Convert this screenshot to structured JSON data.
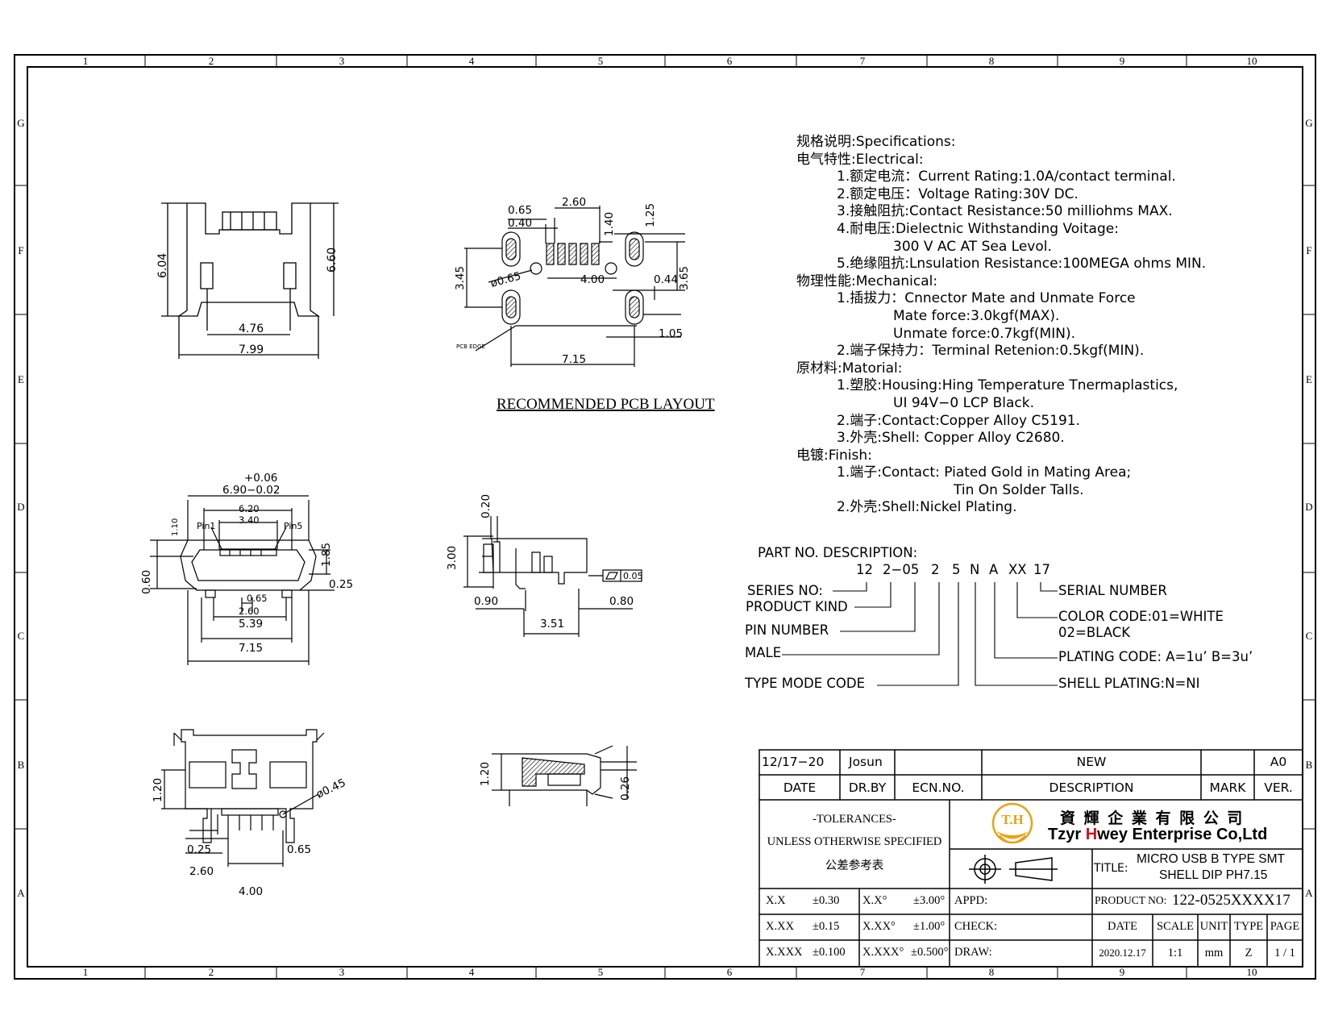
{
  "frame": {
    "col_labels": [
      "1",
      "2",
      "3",
      "4",
      "5",
      "6",
      "7",
      "8",
      "9",
      "10"
    ],
    "row_labels": [
      "G",
      "F",
      "E",
      "D",
      "C",
      "B",
      "A"
    ]
  },
  "views": {
    "front_top": {
      "dims": [
        "6.04",
        "6.60",
        "4.76",
        "7.99"
      ]
    },
    "pcb_layout": {
      "dims": [
        "0.65",
        "0.40",
        "2.60",
        "1.40",
        "1.25",
        "3.45",
        "ø0.65",
        "4.00",
        "0.44",
        "3.65",
        "1.05",
        "7.15"
      ],
      "pcb_edge": "PCB EDGE",
      "title": "RECOMMENDED PCB LAYOUT"
    },
    "front_mid": {
      "tol_top": "+0.06",
      "dim_main": "6.90−0.02",
      "dims": [
        "6.20",
        "3.40",
        "1.10",
        "0.60",
        "1.85",
        "0.25",
        "0.65",
        "2.60",
        "5.39",
        "7.15"
      ],
      "pin1": "Pin1",
      "pin5": "Pin5"
    },
    "side_mid": {
      "dims": [
        "0.20",
        "3.00",
        "0.90",
        "0.80",
        "3.51"
      ],
      "flatness": "0.05"
    },
    "bottom": {
      "dims": [
        "1.20",
        "ø0.45",
        "0.25",
        "0.65",
        "2.60",
        "4.00"
      ]
    },
    "side_bottom": {
      "dims": [
        "1.20",
        "0.26"
      ]
    }
  },
  "specs": [
    {
      "lv": "l0",
      "text": "规格说明:Specifications:"
    },
    {
      "lv": "l0",
      "text": "电气特性:Electrical:"
    },
    {
      "lv": "l1",
      "text": "1.额定电流：Current  Rating:1.0A/contact  terminal."
    },
    {
      "lv": "l1",
      "text": "2.额定电压：Voltage  Rating:30V  DC."
    },
    {
      "lv": "l1",
      "text": "3.接触阻抗:Contact  Resistance:50  milliohms  MAX."
    },
    {
      "lv": "l1",
      "text": "4.耐电压:Dielectnic  Withstanding  Voitage:"
    },
    {
      "lv": "l2b",
      "text": "300  V  AC  AT  Sea  Levol."
    },
    {
      "lv": "l1",
      "text": "5.绝缘阻抗:Lnsulation  Resistance:100MEGA  ohms  MIN."
    },
    {
      "lv": "l0",
      "text": "物理性能:Mechanical:"
    },
    {
      "lv": "l1",
      "text": "1.插拔力：Cnnector  Mate  and  Unmate  Force"
    },
    {
      "lv": "l2b",
      "text": "Mate  force:3.0kgf(MAX)."
    },
    {
      "lv": "l2b",
      "text": "Unmate  force:0.7kgf(MIN)."
    },
    {
      "lv": "l1",
      "text": "2.端子保持力：Terminal  Retenion:0.5kgf(MIN)."
    },
    {
      "lv": "l0",
      "text": "原材料:Matorial:"
    },
    {
      "lv": "l1",
      "text": "1.塑胶:Housing:Hing  Temperature    Tnermaplastics,"
    },
    {
      "lv": "l2b",
      "text": "UI  94V−0    LCP  Black."
    },
    {
      "lv": "l1",
      "text": "2.端子:Contact:Copper  Alloy  C5191."
    },
    {
      "lv": "l1",
      "text": "3.外壳:Shell:  Copper  Alloy  C2680."
    },
    {
      "lv": "l0",
      "text": "电镀:Finish:"
    },
    {
      "lv": "l1",
      "text": "1.端子:Contact:  Piated  Gold  in  Mating  Area;"
    },
    {
      "lv": "l2c",
      "text": "Tin  On  Solder  Talls."
    },
    {
      "lv": "l1",
      "text": "2.外壳:Shell:Nickel  Plating."
    }
  ],
  "part_no": {
    "heading": "PART  NO.  DESCRIPTION:",
    "codes": [
      "12",
      "2−05",
      "2",
      "5",
      "N",
      "A",
      "XX",
      "17"
    ],
    "labels_left": [
      "SERIES  NO:",
      "PRODUCT  KIND",
      "PIN  NUMBER",
      "MALE",
      "TYPE  MODE  CODE"
    ],
    "labels_right": [
      "SERIAL  NUMBER",
      "COLOR  CODE:01=WHITE",
      "02=BLACK",
      "PLATING  CODE:  A=1u’  B=3u’",
      "SHELL  PLATING:N=NI"
    ]
  },
  "title_block": {
    "rev_date": "12/17−20",
    "rev_by": "Josun",
    "rev_desc": "NEW",
    "rev_ver": "A0",
    "hdr_date": "DATE",
    "hdr_drby": "DR.BY",
    "hdr_ecn": "ECN.NO.",
    "hdr_desc": "DESCRIPTION",
    "hdr_mark": "MARK",
    "hdr_ver": "VER.",
    "tol1": "-TOLERANCES-",
    "tol2": "UNLESS OTHERWISE SPECIFIED",
    "tol3": "公差参考表",
    "logo_text": "T.H",
    "company_cn": "資 輝 企 業 有 限 公 司",
    "company_en_1": "Tzyr ",
    "company_en_h": "H",
    "company_en_2": "wey Enterprise Co,Ltd",
    "title_label": "TITLE:",
    "title_1": "MICRO USB B TYPE SMT",
    "title_2": "SHELL DIP PH7.15",
    "tol_rows": [
      [
        "X.X",
        "±0.30",
        "X.X°",
        "±3.00°"
      ],
      [
        "X.XX",
        "±0.15",
        "X.XX°",
        "±1.00°"
      ],
      [
        "X.XXX",
        "±0.100",
        "X.XXX°",
        "±0.500°"
      ]
    ],
    "appd": "APPD:",
    "check": "CHECK:",
    "draw": "DRAW:",
    "product_no_label": "PRODUCT NO:",
    "product_no": "122-0525XXXX17",
    "h_date": "DATE",
    "h_scale": "SCALE",
    "h_unit": "UNIT",
    "h_type": "TYPE",
    "h_page": "PAGE",
    "v_date": "2020.12.17",
    "v_scale": "1:1",
    "v_unit": "mm",
    "v_type": "Z",
    "v_page": "1 / 1",
    "accent_red": "#d0121b",
    "logo_gold": "#e8a215"
  }
}
